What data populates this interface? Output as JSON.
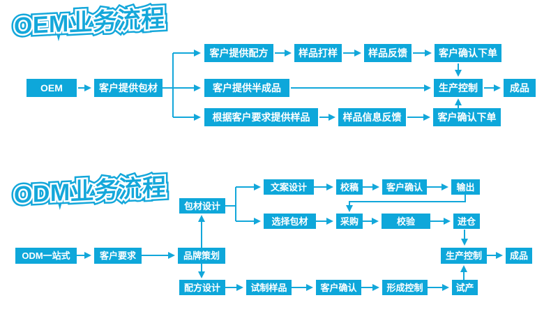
{
  "colors": {
    "box": "#0EA7DA",
    "line": "#12A7DA",
    "title": "#14A7DA",
    "text": "#FFFFFF",
    "background": "#FFFFFF"
  },
  "oem": {
    "title": "OEM业务流程",
    "nodes": {
      "start": "OEM",
      "provide_packaging": "客户提供包材",
      "provide_formula": "客户提供配方",
      "sample_proofing": "样品打样",
      "sample_feedback": "样品反馈",
      "confirm_order_top": "客户确认下单",
      "provide_semifinished": "客户提供半成品",
      "production_control": "生产控制",
      "finished_product": "成品",
      "provide_sample_by_request": "根据客户要求提供样品",
      "sample_info_feedback": "样品信息反馈",
      "confirm_order_bottom": "客户确认下单"
    }
  },
  "odm": {
    "title": "ODM业务流程",
    "nodes": {
      "start": "ODM一站式",
      "customer_requirements": "客户要求",
      "brand_planning": "品牌策划",
      "packaging_design": "包材设计",
      "copy_design": "文案设计",
      "proofreading": "校稿",
      "customer_confirm_top": "客户确认",
      "output": "输出",
      "select_packaging": "选择包材",
      "purchase": "采购",
      "verification": "校验",
      "warehouse": "进仓",
      "formula_design": "配方设计",
      "trial_sample": "试制样品",
      "customer_confirm_bottom": "客户确认",
      "form_control": "形成控制",
      "trial_production": "试产",
      "production_control": "生产控制",
      "finished_product": "成品"
    }
  }
}
